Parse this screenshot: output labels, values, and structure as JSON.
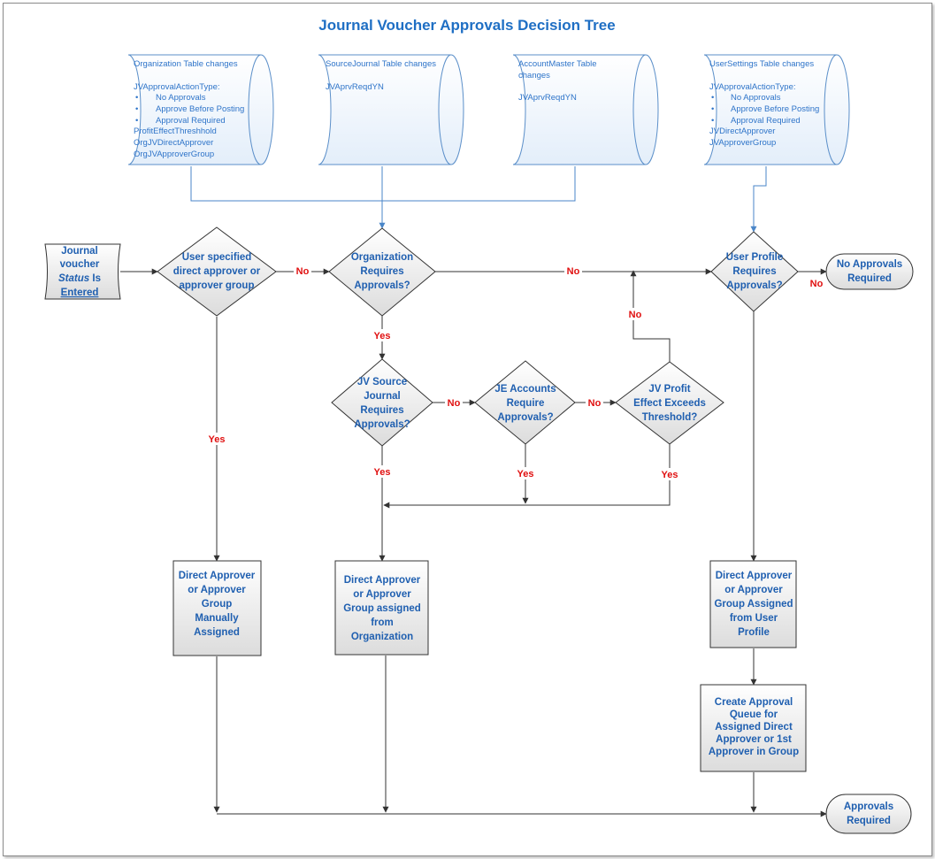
{
  "title": "Journal Voucher Approvals Decision Tree",
  "tables": {
    "org": {
      "header": "Organization Table changes",
      "lines": [
        "JVApprovalActionType:",
        "No Approvals",
        "Approve Before Posting",
        "Approval Required",
        "ProfitEffectThreshhold",
        "OrgJVDirectApprover",
        "OrgJVApproverGroup"
      ]
    },
    "source": {
      "header": "SourceJournal Table changes",
      "lines": [
        "JVAprvReqdYN"
      ]
    },
    "account": {
      "header": [
        "AccountMaster Table",
        "changes"
      ],
      "lines": [
        "JVAprvReqdYN"
      ]
    },
    "user": {
      "header": "UserSettings Table changes",
      "lines": [
        "JVApprovalActionType:",
        "No Approvals",
        "Approve Before Posting",
        "Approval Required",
        "JVDirectApprover",
        "JVApproverGroup"
      ]
    }
  },
  "start": {
    "line1": "Journal",
    "line2": "voucher",
    "status_word": "Status",
    "is_word": "Is",
    "entered_word": "Entered"
  },
  "decisions": {
    "user_specified": [
      "User specified",
      "direct approver or",
      "approver group"
    ],
    "org_requires": [
      "Organization",
      "Requires",
      "Approvals?"
    ],
    "user_profile": [
      "User Profile",
      "Requires",
      "Approvals?"
    ],
    "jv_source": [
      "JV Source",
      "Journal",
      "Requires",
      "Approvals?"
    ],
    "je_accounts": [
      "JE Accounts",
      "Require",
      "Approvals?"
    ],
    "jv_profit": [
      "JV Profit",
      "Effect Exceeds",
      "Threshold?"
    ]
  },
  "processes": {
    "manual": [
      "Direct Approver",
      "or Approver",
      "Group",
      "Manually",
      "Assigned"
    ],
    "from_org": [
      "Direct Approver",
      "or Approver",
      "Group assigned",
      "from",
      "Organization"
    ],
    "from_user": [
      "Direct Approver",
      "or Approver",
      "Group Assigned",
      "from User",
      "Profile"
    ],
    "queue": [
      "Create Approval",
      "Queue for",
      "Assigned Direct",
      "Approver or 1st",
      "Approver in Group"
    ]
  },
  "terminals": {
    "no_approvals": [
      "No Approvals",
      "Required"
    ],
    "approvals_required": [
      "Approvals",
      "Required"
    ]
  },
  "edge_labels": {
    "yes": "Yes",
    "no": "No"
  },
  "colors": {
    "title": "#1f6fc4",
    "node_text": "#1f5fb0",
    "db_text": "#2e74c9",
    "db_stroke": "#5b8fc9",
    "edge_label": "#e01010",
    "connector": "#333333",
    "blue_connector": "#4a86c8"
  }
}
